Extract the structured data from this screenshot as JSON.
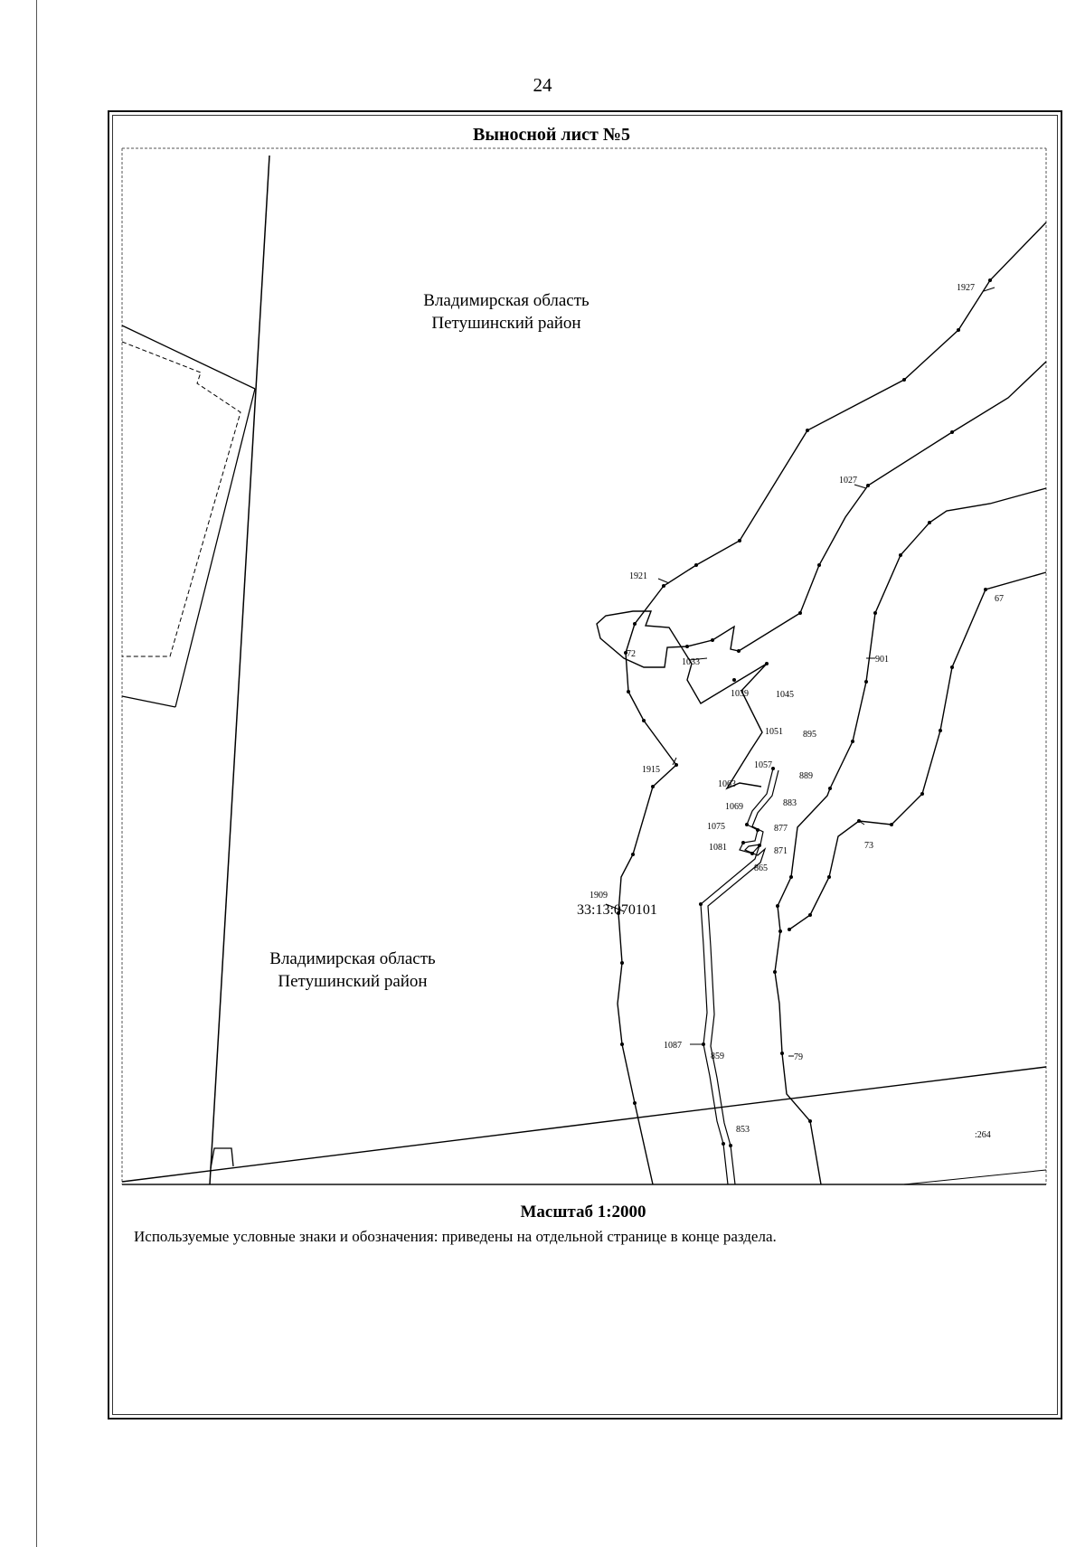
{
  "page_number": "24",
  "sheet_title": "Выносной лист №5",
  "region_upper": {
    "line1": "Владимирская область",
    "line2": "Петушинский район"
  },
  "region_lower": {
    "line1": "Владимирская область",
    "line2": "Петушинский район"
  },
  "parcel_code": "33:13:070101",
  "scale_label": "Масштаб 1:2000",
  "legend_note": "Используемые условные знаки и обозначения: приведены на отдельной странице в конце раздела.",
  "point_labels": [
    "1927",
    "1027",
    "1921",
    "72",
    "1033",
    "1039",
    "1045",
    "901",
    "67",
    "1051",
    "895",
    "1057",
    "889",
    "1063",
    "1069",
    "883",
    "1075",
    "877",
    "1081",
    "871",
    "865",
    "1915",
    "73",
    "1909",
    "1087",
    "859",
    "79",
    "853",
    ":264"
  ],
  "colors": {
    "line": "#000000",
    "frame": "#111111"
  }
}
